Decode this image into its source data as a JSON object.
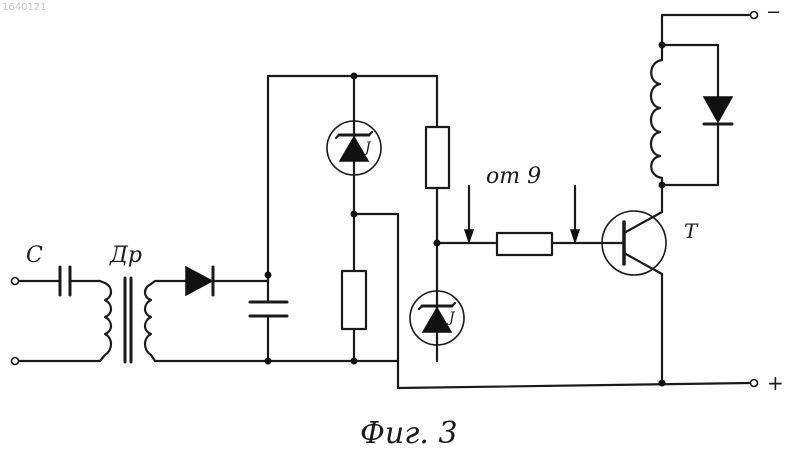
{
  "watermark": "1640121",
  "labels": {
    "capacitor_input": "С",
    "choke": "Др",
    "from_9": "от 9",
    "transistor": "Т",
    "zener_mark_top": "J",
    "zener_mark_bottom": "J",
    "terminal_minus": "−",
    "terminal_plus": "+"
  },
  "caption": "Фиг. 3",
  "colors": {
    "ink": "#1a1a1a",
    "paper": "#ffffff"
  }
}
